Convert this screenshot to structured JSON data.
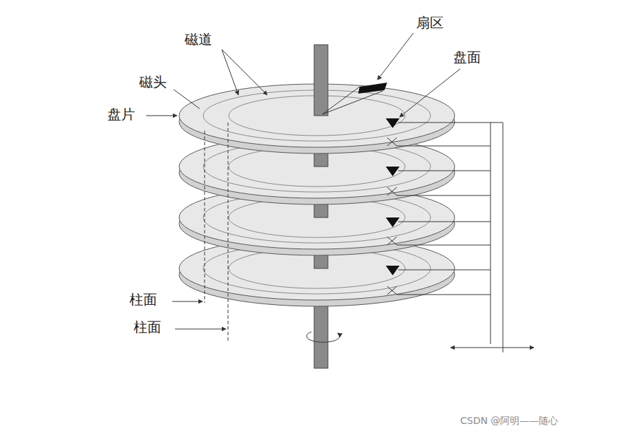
{
  "diagram": {
    "labels": [
      "磁道",
      "扇区",
      "盘面",
      "磁头",
      "盘片",
      "柱面",
      "柱面",
      "CSDN @阿明——随心"
    ]
  }
}
